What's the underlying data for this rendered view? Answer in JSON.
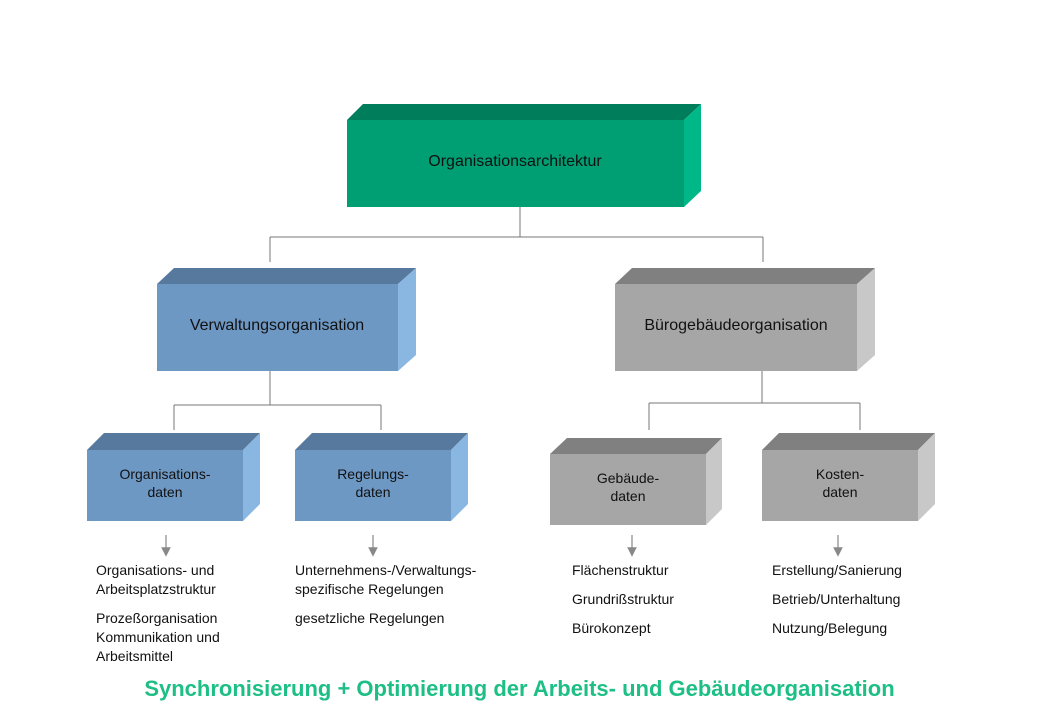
{
  "colors": {
    "green": "#009E73",
    "blue": "#6E98C4",
    "gray": "#A6A6A6",
    "footer": "#1DBF86"
  },
  "root": {
    "label": "Organisationsarchitektur"
  },
  "branches": [
    {
      "label": "Verwaltungsorganisation",
      "children": [
        {
          "line1": "Organisations-",
          "line2": "daten",
          "items": [
            "Organisations- und Arbeitsplatzstruktur",
            "Prozeßorganisation Kommunikation und Arbeitsmittel"
          ]
        },
        {
          "line1": "Regelungs-",
          "line2": "daten",
          "items": [
            "Unternehmens-/Verwaltungs-spezifische Regelungen",
            "gesetzliche Regelungen"
          ]
        }
      ]
    },
    {
      "label": "Bürogebäudeorganisation",
      "children": [
        {
          "line1": "Gebäude-",
          "line2": "daten",
          "items": [
            "Flächenstruktur",
            "Grundrißstruktur",
            "Bürokonzept"
          ]
        },
        {
          "line1": "Kosten-",
          "line2": "daten",
          "items": [
            "Erstellung/Sanierung",
            "Betrieb/Unterhaltung",
            "Nutzung/Belegung"
          ]
        }
      ]
    }
  ],
  "footer": "Synchronisierung + Optimierung der Arbeits- und Gebäudeorganisation"
}
